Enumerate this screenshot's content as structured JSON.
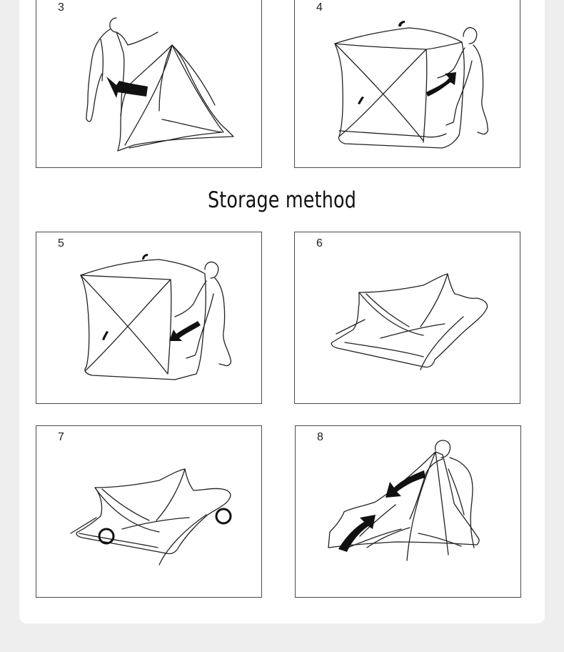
{
  "section_heading": "Storage method",
  "steps": [
    {
      "number": "3",
      "illustration": "person-lifting-tent-icon"
    },
    {
      "number": "4",
      "illustration": "person-pushing-tent-hub-icon"
    },
    {
      "number": "5",
      "illustration": "person-pressing-tent-hub-icon"
    },
    {
      "number": "6",
      "illustration": "collapsed-tent-icon"
    },
    {
      "number": "7",
      "illustration": "folding-tent-corners-icon"
    },
    {
      "number": "8",
      "illustration": "person-folding-tent-icon"
    }
  ]
}
